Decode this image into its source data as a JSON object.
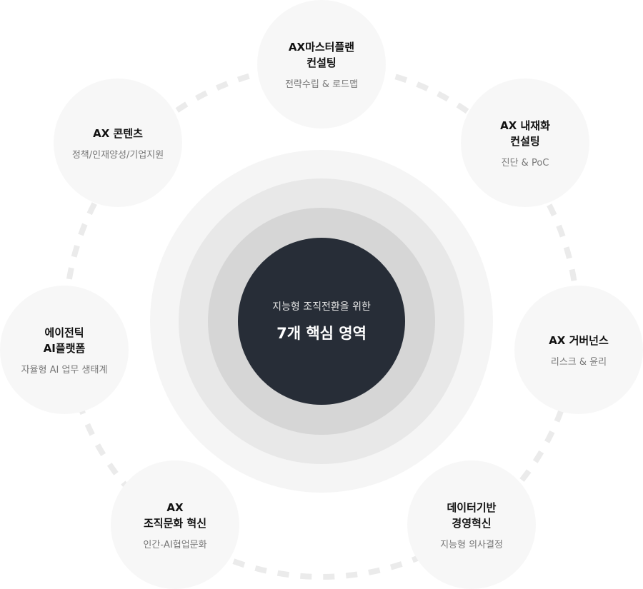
{
  "center": {
    "subtitle": "지능형 조직전환을 위한",
    "title": "7개 핵심 영역"
  },
  "areas": [
    {
      "title": "AX마스터플랜\n컨설팅",
      "subtitle": "전략수립 & 로드맵"
    },
    {
      "title": "AX 내재화\n컨설팅",
      "subtitle": "진단 & PoC"
    },
    {
      "title": "AX 거버넌스",
      "subtitle": "리스크 & 윤리"
    },
    {
      "title": "데이터기반\n경영혁신",
      "subtitle": "지능형 의사결정"
    },
    {
      "title": "AX\n조직문화 혁신",
      "subtitle": "인간-AI협업문화"
    },
    {
      "title": "에이전틱\nAI플랫폼",
      "subtitle": "자율형 AI 업무 생태계"
    },
    {
      "title": "AX 콘텐츠",
      "subtitle": "정책/인재양성/기업지원"
    }
  ]
}
